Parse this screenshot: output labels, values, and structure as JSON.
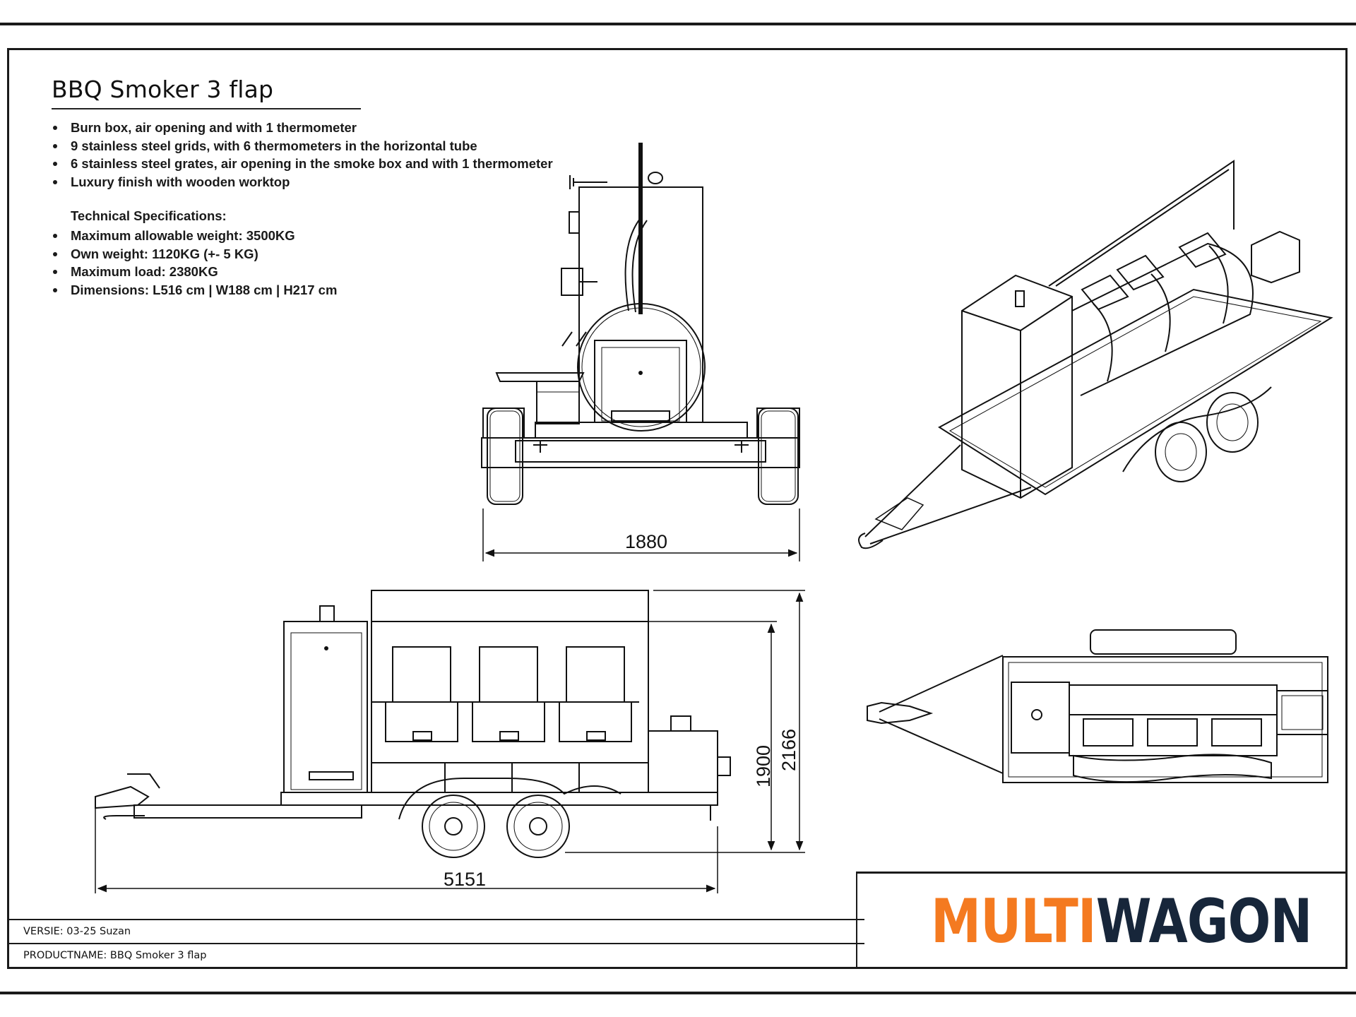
{
  "document": {
    "title": "BBQ Smoker 3 flap",
    "features": [
      "Burn box, air opening and with 1 thermometer",
      "9 stainless steel grids, with 6 thermometers in the horizontal tube",
      "6 stainless steel grates, air opening in the smoke box and with 1 thermometer",
      "Luxury finish with wooden worktop"
    ],
    "tech_heading": "Technical Specifications:",
    "specs": [
      "Maximum allowable weight: 3500KG",
      "Own weight: 1120KG (+- 5 KG)",
      "Maximum load: 2380KG",
      "Dimensions: L516 cm | W188 cm | H217 cm"
    ]
  },
  "drawings": {
    "front_width": "1880",
    "side_length": "5151",
    "side_height_inner": "1900",
    "side_height_total": "2166"
  },
  "title_block": {
    "version": "VERSIE: 03-25 Suzan",
    "product": "PRODUCTNAME: BBQ Smoker 3 flap"
  },
  "logo": {
    "part1": "MULTI",
    "part2": "WAGON",
    "color1": "#f47a20",
    "color2": "#17263a"
  }
}
